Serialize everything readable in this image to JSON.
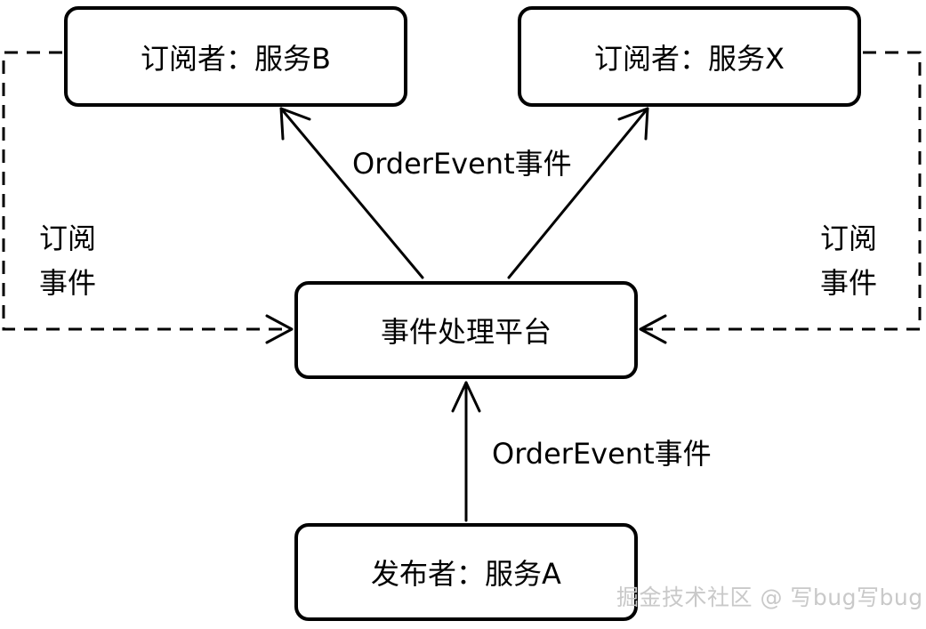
{
  "nodes": {
    "subscriber_b": "订阅者：服务B",
    "subscriber_x": "订阅者：服务X",
    "platform": "事件处理平台",
    "publisher_a": "发布者：服务A"
  },
  "edges": {
    "event_to_subscribers_label": "OrderEvent事件",
    "publisher_to_platform_label": "OrderEvent事件",
    "left_subscribe_line1": "订阅",
    "left_subscribe_line2": "事件",
    "right_subscribe_line1": "订阅",
    "right_subscribe_line2": "事件"
  },
  "watermark": "掘金技术社区 @ 写bug写bug",
  "colors": {
    "stroke": "#000000",
    "background": "#ffffff",
    "watermark": "#c9c9c9"
  }
}
